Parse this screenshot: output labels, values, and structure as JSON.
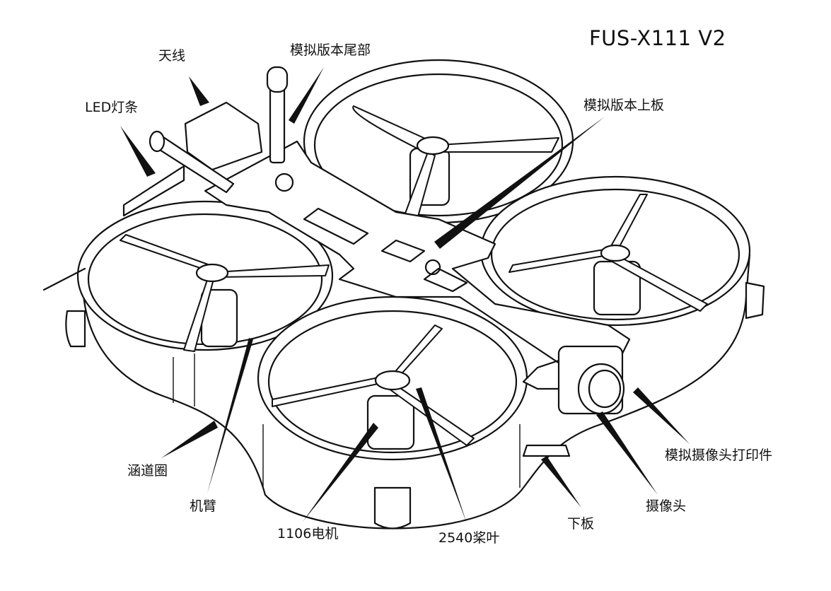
{
  "title": "FUS-X111 V2",
  "labels": {
    "antenna": "天线",
    "tail": "模拟版本尾部",
    "led_strip": "LED灯条",
    "top_plate": "模拟版本上板",
    "duct": "涵道圈",
    "arm": "机臂",
    "motor": "1106电机",
    "propeller": "2540桨叶",
    "bottom_plate": "下板",
    "camera": "摄像头",
    "camera_mount": "模拟摄像头打印件"
  }
}
